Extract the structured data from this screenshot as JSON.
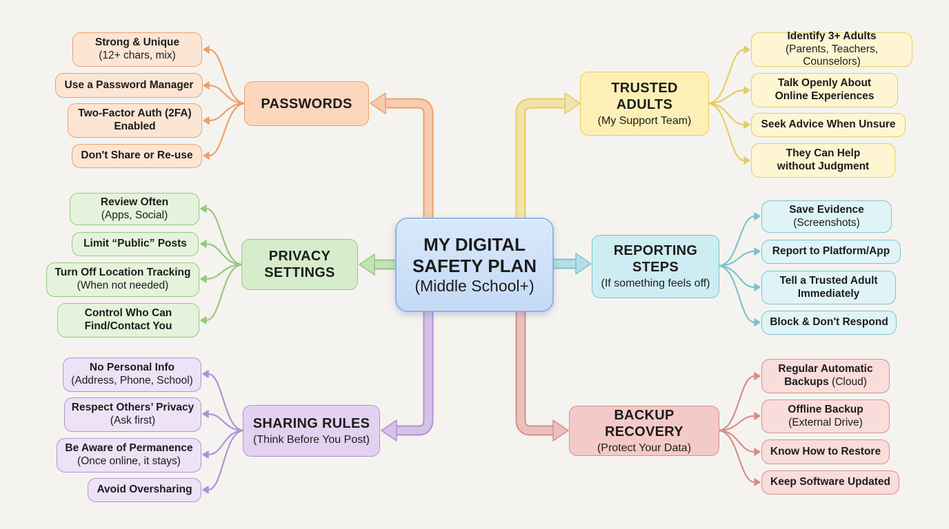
{
  "center": {
    "title_line1": "MY DIGITAL",
    "title_line2": "SAFETY PLAN",
    "subtitle": "(Middle School+)"
  },
  "colors": {
    "orange": "#eea06c",
    "green": "#96c87f",
    "purple": "#b292d3",
    "yellow": "#e6cc64",
    "teal": "#7cc3cf",
    "red": "#d98d89",
    "center": "#8fb2e4"
  },
  "branches": {
    "passwords": {
      "title": "PASSWORDS",
      "leaves": [
        {
          "l1": "Strong & Unique",
          "l2": "(12+ chars, mix)"
        },
        {
          "l1": "Use a Password Manager",
          "l2": ""
        },
        {
          "l1": "Two-Factor Auth (2FA)",
          "l2": "Enabled",
          "l2_bold": true
        },
        {
          "l1": "Don't Share or Re-use",
          "l2": ""
        }
      ]
    },
    "privacy": {
      "title_line1": "PRIVACY",
      "title_line2": "SETTINGS",
      "leaves": [
        {
          "l1": "Review Often",
          "l2": "(Apps, Social)"
        },
        {
          "l1": "Limit “Public” Posts",
          "l2": ""
        },
        {
          "l1": "Turn Off Location Tracking",
          "l2": "(When not needed)"
        },
        {
          "l1": "Control Who Can",
          "l2": "Find/Contact You",
          "l2_bold": true
        }
      ]
    },
    "sharing": {
      "title": "SHARING RULES",
      "subtitle": "(Think Before You Post)",
      "leaves": [
        {
          "l1": "No Personal Info",
          "l2": "(Address, Phone, School)"
        },
        {
          "l1": "Respect Others’ Privacy",
          "l2": "(Ask first)"
        },
        {
          "l1": "Be Aware of Permanence",
          "l2": "(Once online, it stays)"
        },
        {
          "l1": "Avoid Oversharing",
          "l2": ""
        }
      ]
    },
    "trusted": {
      "title_line1": "TRUSTED",
      "title_line2": "ADULTS",
      "subtitle": "(My Support Team)",
      "leaves": [
        {
          "l1": "Identify 3+ Adults",
          "l2": "(Parents, Teachers, Counselors)"
        },
        {
          "l1": "Talk Openly About",
          "l2": "Online Experiences",
          "l2_bold": true
        },
        {
          "l1": "Seek Advice When Unsure",
          "l2": ""
        },
        {
          "l1": "They Can Help",
          "l2": "without Judgment",
          "l2_bold": true
        }
      ]
    },
    "reporting": {
      "title_line1": "REPORTING",
      "title_line2": "STEPS",
      "subtitle": "(If something feels off)",
      "leaves": [
        {
          "l1": "Save Evidence",
          "l2": "(Screenshots)"
        },
        {
          "l1": "Report to Platform/App",
          "l2": ""
        },
        {
          "l1": "Tell a Trusted Adult",
          "l2": "Immediately",
          "l2_bold": true
        },
        {
          "l1": "Block & Don't Respond",
          "l2": ""
        }
      ]
    },
    "backup": {
      "title": "BACKUP RECOVERY",
      "subtitle": "(Protect Your Data)",
      "leaves": [
        {
          "l1": "Regular Automatic",
          "l2a": "Backups",
          "l2b": " (Cloud)"
        },
        {
          "l1": "Offline Backup",
          "l2": "(External Drive)"
        },
        {
          "l1": "Know How to Restore",
          "l2": ""
        },
        {
          "l1": "Keep Software Updated",
          "l2": ""
        }
      ]
    }
  }
}
